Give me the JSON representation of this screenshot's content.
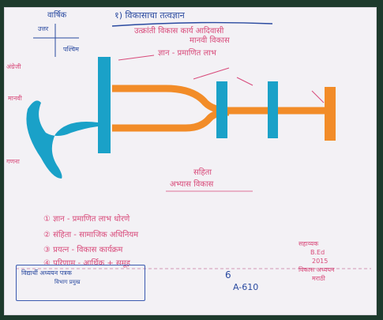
{
  "title": "१) विकासाचा तत्वज्ञान",
  "subtitle_line1": "उत्क्रांती विकास कार्य आदिवासी",
  "subtitle_line2": "मानवी विकास",
  "top_left_label": "वार्षिक",
  "compass_label_a": "उत्तर",
  "compass_label_b": "पश्चिम",
  "left_notes": [
    "अंग्रेजी",
    "मानवी",
    "गणना"
  ],
  "top_right_note": "ज्ञान - प्रमाणित लाभ",
  "center_label": "सहिता",
  "center_sublabel": "अभ्यास विकास",
  "points": [
    {
      "num": "①",
      "text": "ज्ञान - प्रमाणित लाभ धोरणे"
    },
    {
      "num": "②",
      "text": "संहिता - सामाजिक अधिनियम"
    },
    {
      "num": "③",
      "text": "प्रयत्न - विकास कार्यक्रम"
    },
    {
      "num": "④",
      "text": "परिणाम - आर्थिक + समूह"
    }
  ],
  "signature_block": [
    "सहाय्यक",
    "B.Ed",
    "2015",
    "विकास अध्ययन",
    "मराठी"
  ],
  "page_mark": "6",
  "roll_number": "A-610",
  "stamp_line1": "विद्यार्थी अध्ययन पत्रक",
  "stamp_line2": "विभाग प्रमुख",
  "colors": {
    "blue": "#1aa1c8",
    "orange": "#f28c28",
    "pink_ink": "#d84a7a",
    "blue_ink": "#2a4aa0"
  }
}
